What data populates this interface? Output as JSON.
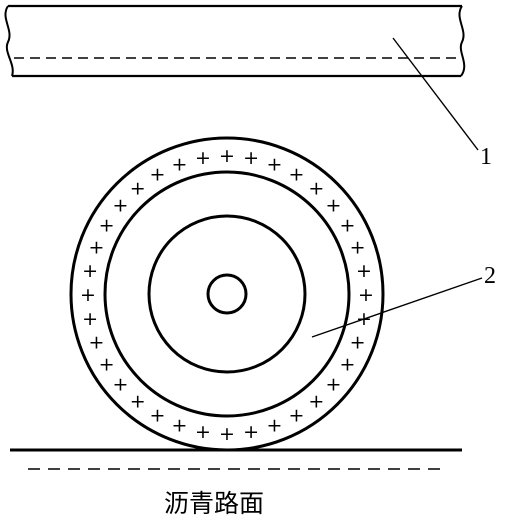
{
  "labels": {
    "pipe": "1",
    "wheel": "2"
  },
  "caption": "沥青路面",
  "charge_symbol": "+",
  "colors": {
    "stroke": "#000000",
    "background": "#ffffff"
  }
}
